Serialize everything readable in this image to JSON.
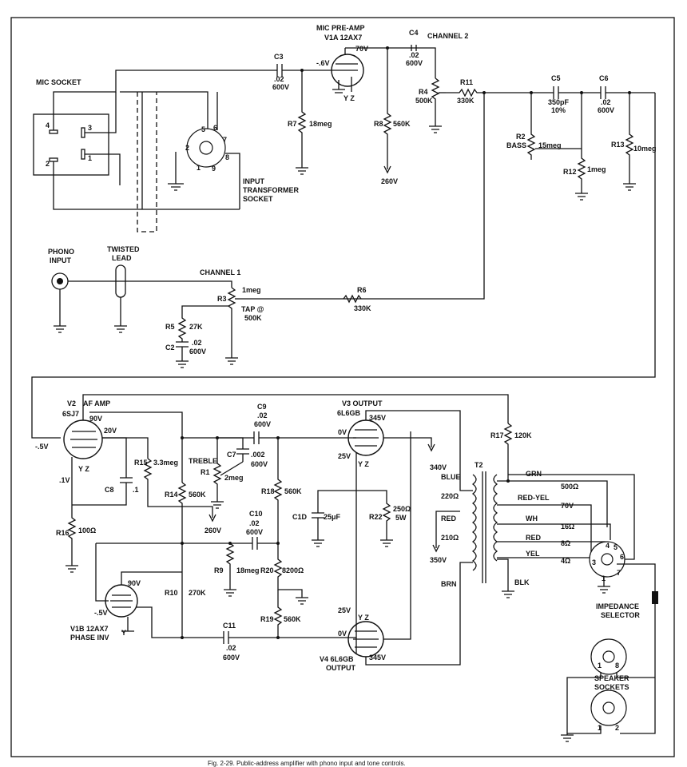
{
  "labels": {
    "mic_socket": "MIC SOCKET",
    "mic_preamp": "MIC PRE-AMP",
    "v1a": "V1A  12AX7",
    "channel2": "CHANNEL 2",
    "c3": "C3",
    "c3_val1": ".02",
    "c3_val2": "600V",
    "c4": "C4",
    "c4_val1": ".02",
    "c4_val2": "600V",
    "v_neg6": "-.6V",
    "v70": "70V",
    "r7": "R7",
    "r7_val": "18meg",
    "r8": "R8",
    "r8_val": "560K",
    "v260_top": "260V",
    "r4": "R4",
    "r4_val": "500K",
    "r11": "R11",
    "r11_val": "330K",
    "c5": "C5",
    "c5_val1": "350pF",
    "c5_val2": "10%",
    "c6": "C6",
    "c6_val1": ".02",
    "c6_val2": "600V",
    "r2": "R2",
    "bass": "BASS",
    "r2_val": "15meg",
    "r12": "R12",
    "r12_val": "1meg",
    "r13": "R13",
    "r13_val": "10meg",
    "input": "INPUT",
    "transformer": "TRANSFORMER",
    "socket": "SOCKET",
    "phono": "PHONO",
    "phono_input": "INPUT",
    "twisted": "TWISTED",
    "lead": "LEAD",
    "channel1": "CHANNEL 1",
    "r3": "R3",
    "r3_val": "1meg",
    "tap": "TAP @",
    "tap_val": "500K",
    "r6": "R6",
    "r6_val": "330K",
    "r5": "R5",
    "r5_val": "27K",
    "c2": "C2",
    "c2_val1": ".02",
    "c2_val2": "600V",
    "v2": "V2",
    "af_amp": "AF AMP",
    "v2_type": "6SJ7",
    "v90a": "90V",
    "v20": "20V",
    "v_neg5a": "-.5V",
    "v1": ".1V",
    "r15": "R15",
    "r15_val": "3.3meg",
    "c8": "C8",
    "c8_val": ".1",
    "r16": "R16",
    "r16_val": "100Ω",
    "r14": "R14",
    "r14_val": "560K",
    "v260_mid": "260V",
    "treble": "TREBLE",
    "r1": "R1",
    "r1_val": "2meg",
    "c7": "C7",
    "c7_val1": ".002",
    "c7_val2": "600V",
    "c9": "C9",
    "c9_val1": ".02",
    "c9_val2": "600V",
    "r18": "R18",
    "r18_val": "560K",
    "c10": "C10",
    "c10_val1": ".02",
    "c10_val2": "600V",
    "r9": "R9",
    "r9_val": "18meg",
    "r20": "R20",
    "r20_val": "8200Ω",
    "r10": "R10",
    "r10_val": "270K",
    "r19": "R19",
    "r19_val": "560K",
    "c11": "C11",
    "c11_val1": ".02",
    "c11_val2": "600V",
    "v1b": "V1B  12AX7",
    "phase_inv": "PHASE INV",
    "v90b": "90V",
    "v_neg5b": "-.5V",
    "v3": "V3  OUTPUT",
    "v3_type": "6L6GB",
    "v345a": "345V",
    "v0a": "0V",
    "v25a": "25V",
    "c1d": "C1D",
    "c1d_val": "25μF",
    "r22": "R22",
    "r22_val1": "250Ω",
    "r22_val2": "5W",
    "v4": "V4  6L6GB",
    "output": "OUTPUT",
    "v345b": "345V",
    "v0b": "0V",
    "v25b": "25V",
    "v340": "340V",
    "v350": "350V",
    "blue": "BLUE",
    "red_pri": "RED",
    "brn": "BRN",
    "ohm220": "220Ω",
    "ohm210": "210Ω",
    "t2": "T2",
    "blk": "BLK",
    "r17": "R17",
    "r17_val": "120K",
    "grn": "GRN",
    "ohm500": "500Ω",
    "redyel": "RED-YEL",
    "v70b": "70V",
    "wh": "WH",
    "ohm16": "16Ω",
    "red_sec": "RED",
    "ohm8": "8Ω",
    "yel": "YEL",
    "ohm4": "4Ω",
    "impedance": "IMPEDANCE",
    "selector": "SELECTOR",
    "speaker": "SPEAKER",
    "sockets": "SOCKETS",
    "yz": "Y Z",
    "y": "Y",
    "caption": "Fig. 2-29. Public-address amplifier with phono input and tone controls."
  }
}
